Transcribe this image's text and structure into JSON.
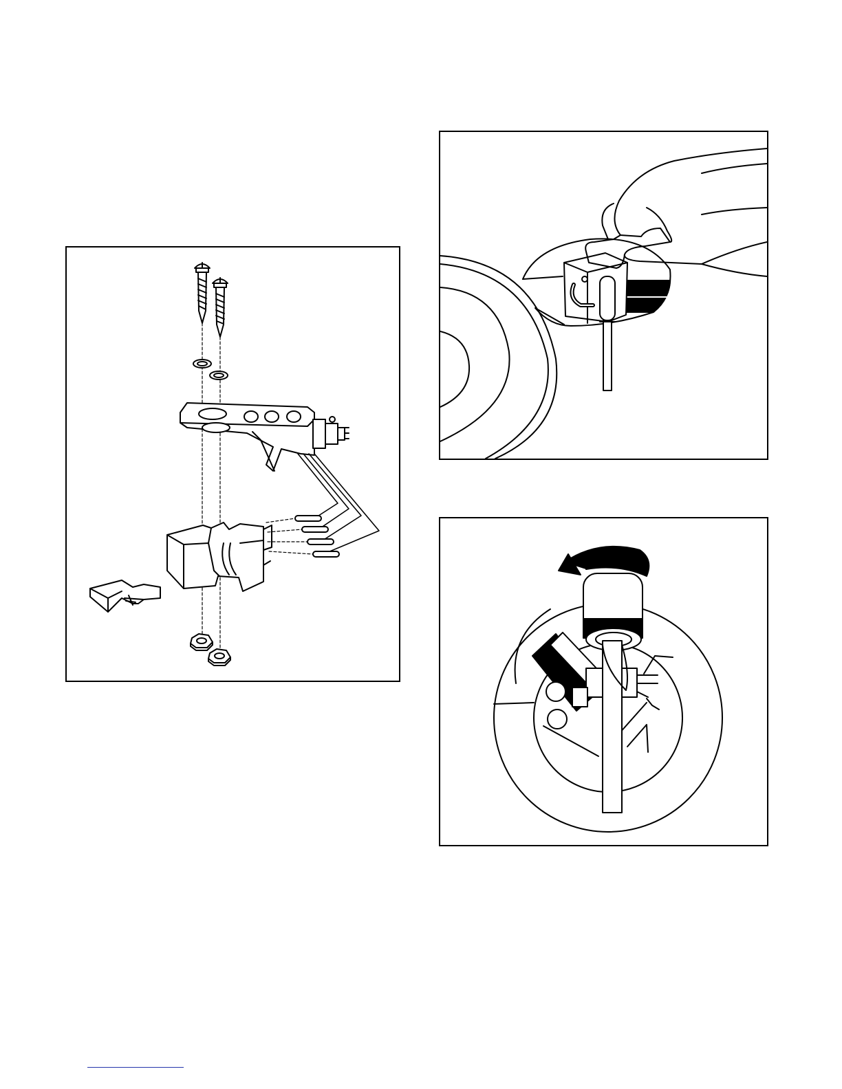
{
  "figures": [
    {
      "id": "cartridge-exploded-view",
      "labels": []
    },
    {
      "id": "stylus-removal",
      "labels": []
    },
    {
      "id": "stylus-rotate",
      "labels": []
    }
  ],
  "colors": {
    "line": "#000000",
    "background": "#ffffff",
    "footer_rule": "#2233aa"
  }
}
